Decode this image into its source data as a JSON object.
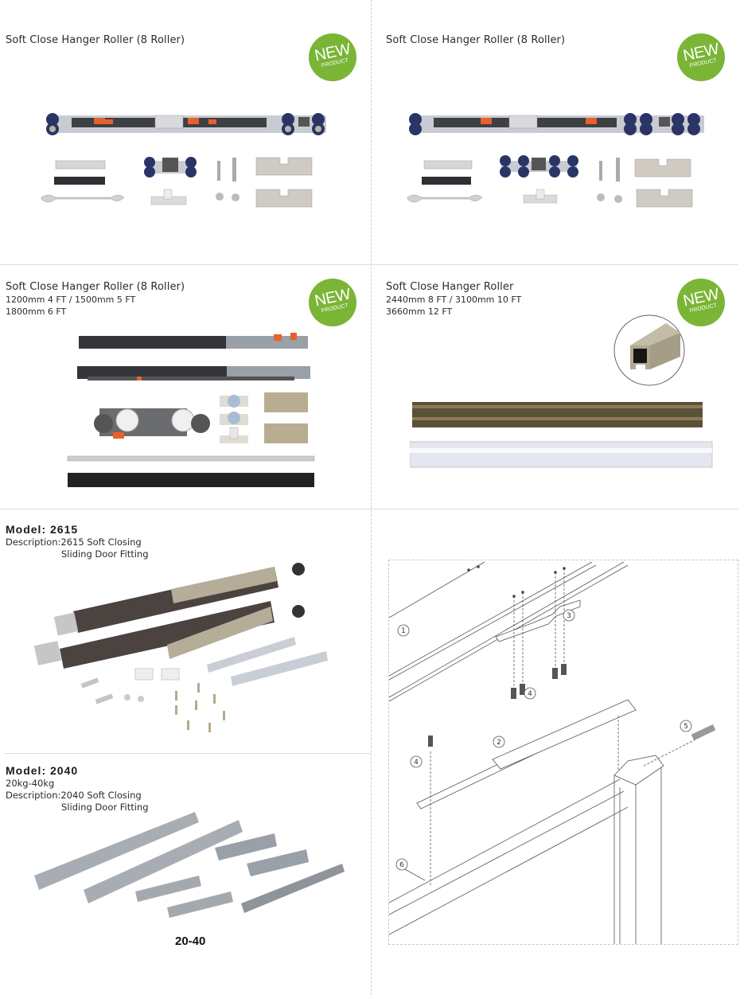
{
  "panels": {
    "p1": {
      "title": "Soft Close Hanger Roller (8 Roller)",
      "badge": {
        "main": "NEW",
        "sub": "PRODUCT"
      }
    },
    "p2": {
      "title": "Soft Close Hanger Roller (8 Roller)",
      "badge": {
        "main": "NEW",
        "sub": "PRODUCT"
      }
    },
    "p3": {
      "title": "Soft Close Hanger Roller (8 Roller)",
      "line1": "1200mm 4 FT / 1500mm 5 FT",
      "line2": "1800mm 6 FT",
      "badge": {
        "main": "NEW",
        "sub": "PRODUCT"
      }
    },
    "p4": {
      "title": "Soft Close Hanger Roller",
      "line1": "2440mm 8 FT / 3100mm 10 FT",
      "line2": "3660mm 12 FT",
      "badge": {
        "main": "NEW",
        "sub": "PRODUCT"
      }
    },
    "p5": {
      "model": "Model: 2615",
      "desc1": "Description:2615 Soft Closing",
      "desc2": "Sliding Door Fitting"
    },
    "p6": {
      "model": "Model: 2040",
      "weight": "20kg-40kg",
      "desc1": "Description:2040 Soft Closing",
      "desc2": "Sliding Door Fitting",
      "range_label": "20-40"
    },
    "diagram": {
      "callouts": [
        "1",
        "2",
        "3",
        "4",
        "4",
        "5",
        "6"
      ]
    }
  },
  "colors": {
    "badge_green": "#7ab536",
    "roller_blue": "#2a3566",
    "accent_orange": "#e8602c",
    "divider": "#dcdcdc"
  }
}
